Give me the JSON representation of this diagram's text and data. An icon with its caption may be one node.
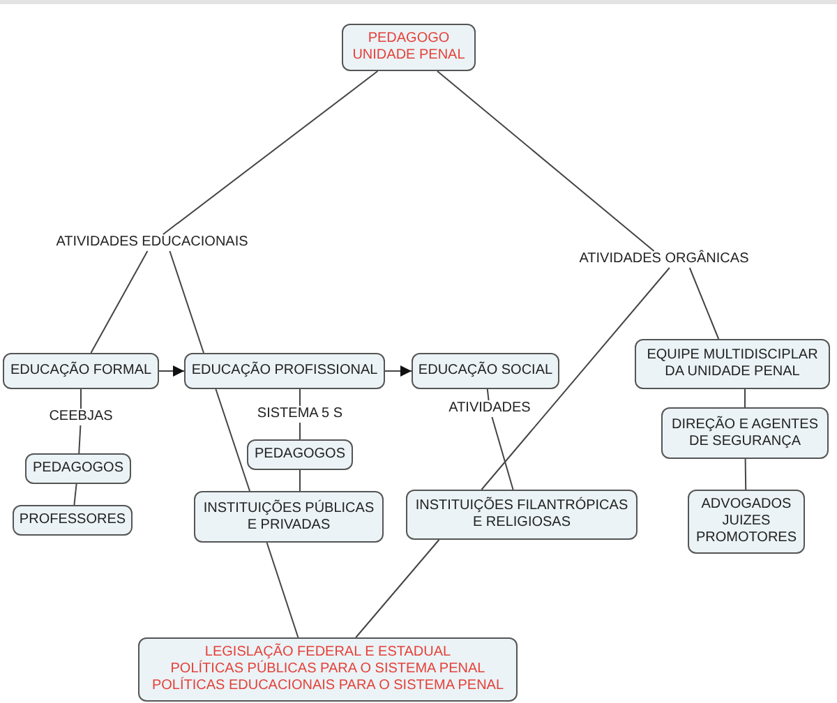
{
  "diagram": {
    "nodes": [
      {
        "text": [
          "PEDAGOGO UNIDADE PENAL"
        ]
      },
      {
        "text": [
          "ATIVIDADES EDUCACIONAIS"
        ]
      },
      {
        "text": [
          "ATIVIDADES ORGÂNICAS"
        ]
      },
      {
        "text": [
          "EDUCAÇÃO FORMAL"
        ]
      },
      {
        "text": [
          "EDUCAÇÃO PROFISSIONAL"
        ]
      },
      {
        "text": [
          "EDUCAÇÃO SOCIAL"
        ]
      },
      {
        "text": [
          "EQUIPE MULTIDISCIPLAR DA UNIDADE PENAL"
        ]
      },
      {
        "text": [
          "CEEBJAS"
        ]
      },
      {
        "text": [
          "PEDAGOGOS"
        ]
      },
      {
        "text": [
          "PROFESSORES"
        ]
      },
      {
        "text": [
          "SISTEMA 5 S"
        ]
      },
      {
        "text": [
          "PEDAGOGOS"
        ]
      },
      {
        "text": [
          "INSTITUIÇÕES PÚBLICAS E PRIVADAS"
        ]
      },
      {
        "text": [
          "ATIVIDADES"
        ]
      },
      {
        "text": [
          "INSTITUIÇÕES FILANTRÓPICAS E RELIGIOSAS"
        ]
      },
      {
        "text": [
          "DIREÇÃO E AGENTES DE SEGURANÇA"
        ]
      },
      {
        "text": [
          "ADVOGADOS",
          "JUIZES",
          "PROMOTORES"
        ]
      },
      {
        "text": [
          "LEGISLAÇÃO FEDERAL E ESTADUAL",
          "POLÍTICAS PÚBLICAS PARA O SISTEMA PENAL",
          "POLÍTICAS EDUCACIONAIS PARA O SISTEMA PENAL"
        ]
      }
    ],
    "edges": [
      {
        "from": 0,
        "to": 1,
        "arrow": "none"
      },
      {
        "from": 0,
        "to": 2,
        "arrow": "none"
      },
      {
        "from": 1,
        "to": 3,
        "arrow": "none"
      },
      {
        "from": 1,
        "to": 4,
        "arrow": "none"
      },
      {
        "from": 3,
        "to": 4,
        "arrow": "to"
      },
      {
        "from": 4,
        "to": 5,
        "arrow": "to"
      },
      {
        "from": 2,
        "to": 6,
        "arrow": "none"
      },
      {
        "from": 2,
        "to": 14,
        "arrow": "none"
      },
      {
        "from": 3,
        "to": 7,
        "arrow": "none"
      },
      {
        "from": 7,
        "to": 8,
        "arrow": "none"
      },
      {
        "from": 8,
        "to": 9,
        "arrow": "none"
      },
      {
        "from": 4,
        "to": 10,
        "arrow": "none"
      },
      {
        "from": 10,
        "to": 11,
        "arrow": "none"
      },
      {
        "from": 11,
        "to": 12,
        "arrow": "none"
      },
      {
        "from": 4,
        "to": 12,
        "arrow": "none"
      },
      {
        "from": 5,
        "to": 13,
        "arrow": "none"
      },
      {
        "from": 13,
        "to": 14,
        "arrow": "none"
      },
      {
        "from": 6,
        "to": 15,
        "arrow": "none"
      },
      {
        "from": 15,
        "to": 16,
        "arrow": "none"
      },
      {
        "from": 12,
        "to": 17,
        "arrow": "none"
      },
      {
        "from": 14,
        "to": 17,
        "arrow": "none"
      }
    ]
  }
}
